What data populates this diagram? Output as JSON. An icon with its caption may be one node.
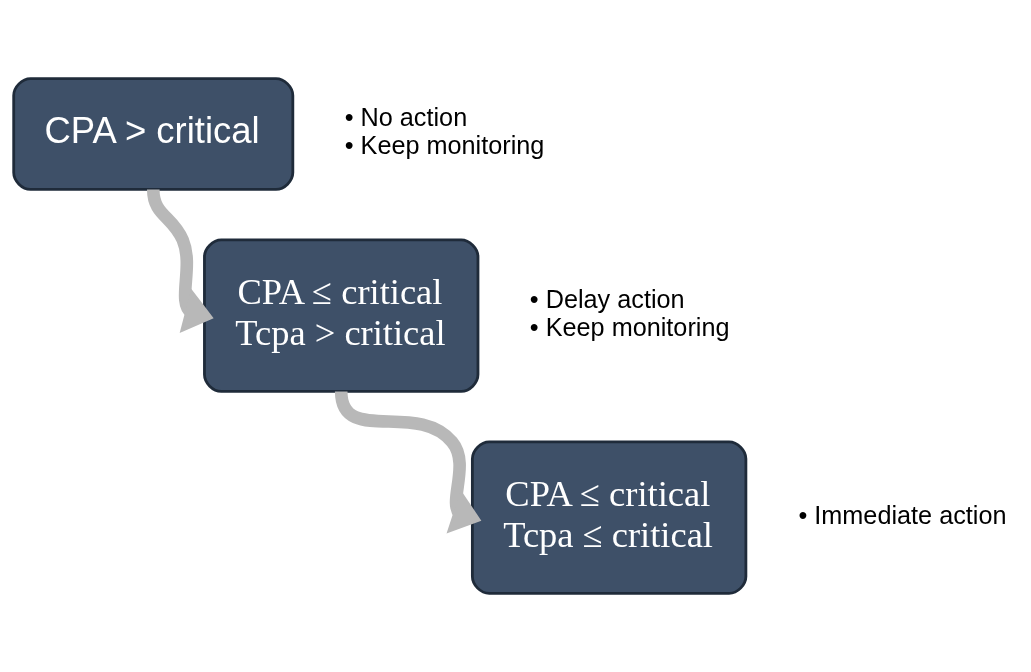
{
  "diagram": {
    "nodes": [
      {
        "text": [
          "CPA > critical"
        ],
        "beside": [
          "• No action",
          "• Keep monitoring"
        ]
      },
      {
        "text": [
          "CPA ≤ critical",
          "Tcpa > critical"
        ],
        "beside": [
          "• Delay action",
          "• Keep monitoring"
        ]
      },
      {
        "text": [
          "CPA ≤ critical",
          "Tcpa ≤ critical"
        ],
        "beside": [
          "• Immediate action"
        ]
      }
    ],
    "edges": [
      {
        "from": 0,
        "to": 1,
        "arrow": "to"
      },
      {
        "from": 1,
        "to": 2,
        "arrow": "to"
      }
    ]
  }
}
